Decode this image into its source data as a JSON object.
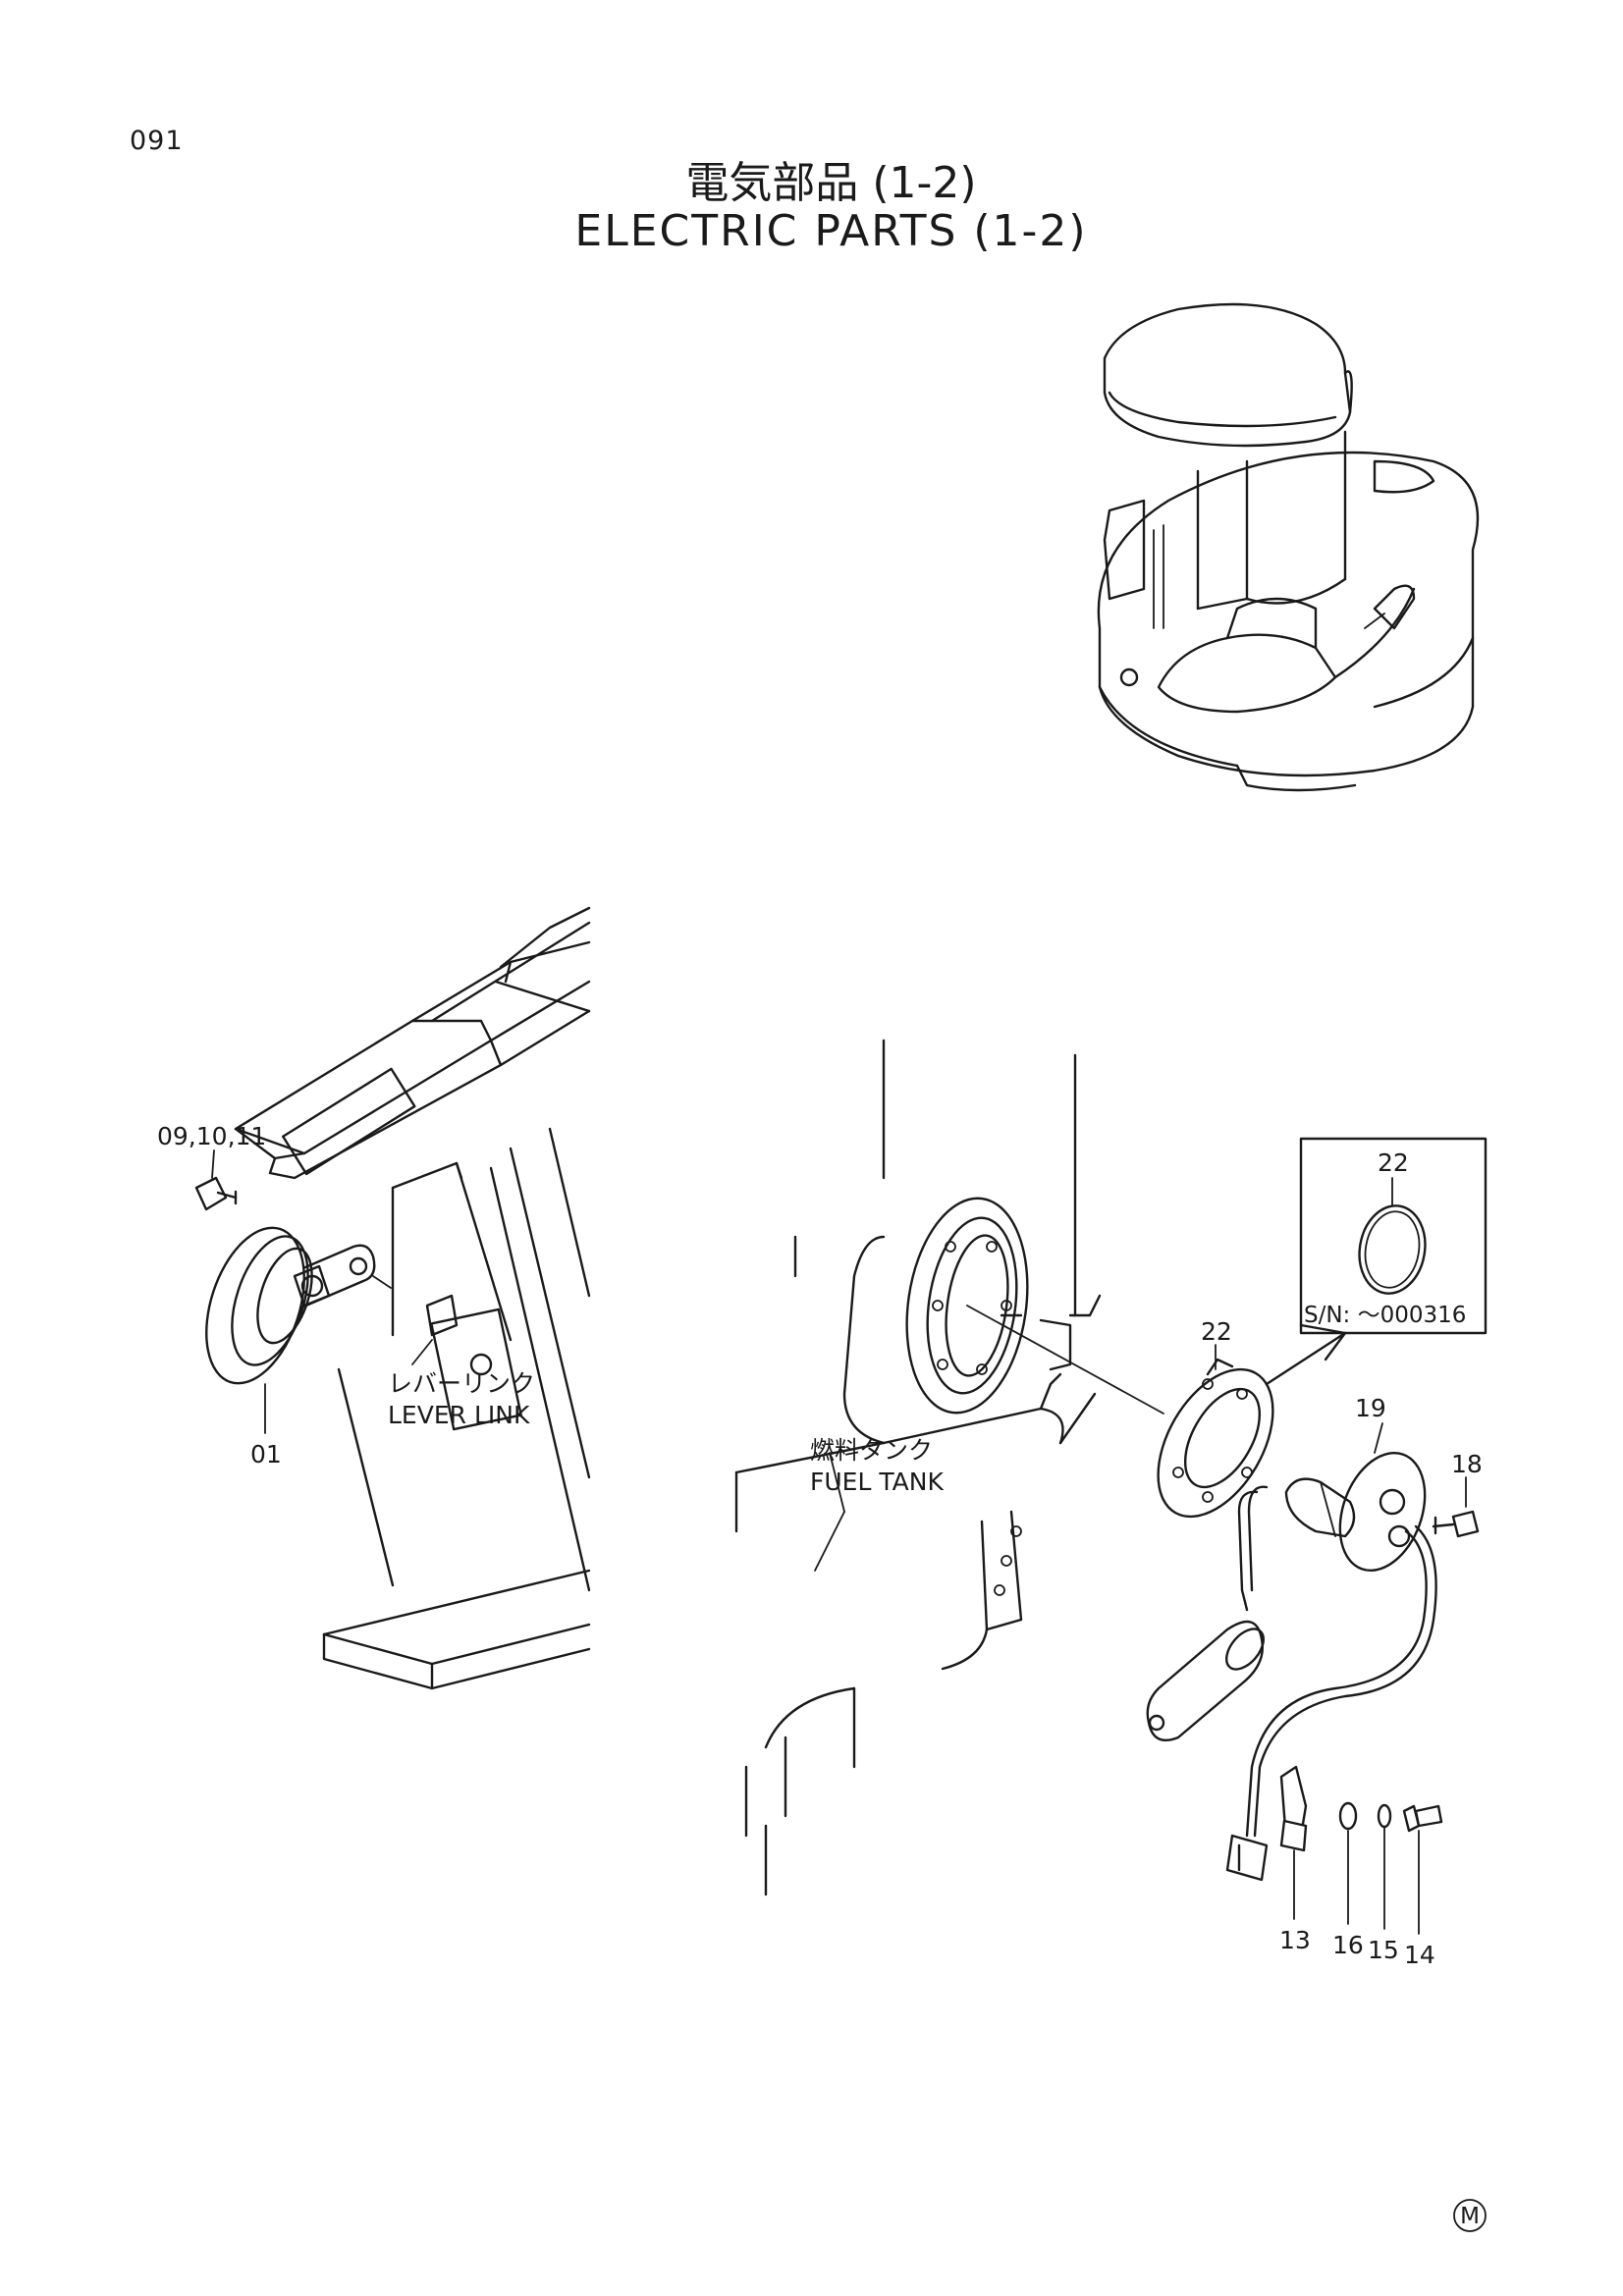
{
  "page_number": "091",
  "title": {
    "jp": "電気部品 (1-2)",
    "en": "ELECTRIC PARTS (1-2)"
  },
  "callouts": {
    "c09_10_11": "09,10,11",
    "c01": "01",
    "c22_inset": "22",
    "c22": "22",
    "c19": "19",
    "c18": "18",
    "c13": "13",
    "c16": "16",
    "c15": "15",
    "c14": "14"
  },
  "labels": {
    "lever_link_jp": "レバーリンク",
    "lever_link_en": "LEVER LINK",
    "fuel_tank_jp": "燃料タンク",
    "fuel_tank_en": "FUEL TANK"
  },
  "inset": {
    "serial_note": "S/N: ～000316"
  },
  "mark": "M"
}
